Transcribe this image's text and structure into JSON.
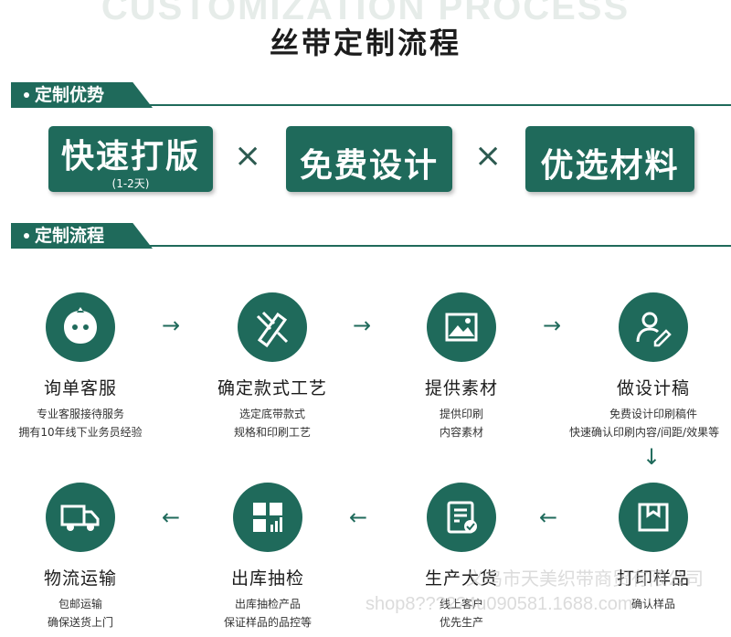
{
  "header": {
    "bg_title": "CUSTOMIZATION PROCESS",
    "title": "丝带定制流程"
  },
  "advantages": {
    "tag": "定制优势",
    "items": [
      {
        "label": "快速打版",
        "sub": "(1-2天)"
      },
      {
        "label": "免费设计",
        "sub": ""
      },
      {
        "label": "优选材料",
        "sub": ""
      }
    ],
    "separator": "×"
  },
  "process": {
    "tag": "定制流程",
    "steps": [
      {
        "title": "询单客服",
        "desc1": "专业客服接待服务",
        "desc2": "拥有10年线下业务员经验",
        "icon": "chat-bubble-icon"
      },
      {
        "title": "确定款式工艺",
        "desc1": "选定底带款式",
        "desc2": "规格和印刷工艺",
        "icon": "design-tools-icon"
      },
      {
        "title": "提供素材",
        "desc1": "提供印刷",
        "desc2": "内容素材",
        "icon": "image-icon"
      },
      {
        "title": "做设计稿",
        "desc1": "免费设计印刷稿件",
        "desc2": "快速确认印刷内容/间距/效果等",
        "icon": "user-edit-icon"
      },
      {
        "title": "打印样品",
        "desc1": "确认样品",
        "desc2": "",
        "icon": "box-icon"
      },
      {
        "title": "生产大货",
        "desc1": "线上客户",
        "desc2": "优先生产",
        "icon": "clipboard-check-icon"
      },
      {
        "title": "出库抽检",
        "desc1": "出库抽检产品",
        "desc2": "保证样品的品控等",
        "icon": "grid-chart-icon"
      },
      {
        "title": "物流运输",
        "desc1": "包邮运输",
        "desc2": "确保送货上门",
        "icon": "truck-icon"
      }
    ],
    "arrow_right": "→",
    "arrow_left": "←",
    "arrow_down": "↓"
  },
  "watermark": {
    "line1": "义乌市天美织带商贸有限公司",
    "line2": "shop8?????4u090581.1688.com"
  }
}
